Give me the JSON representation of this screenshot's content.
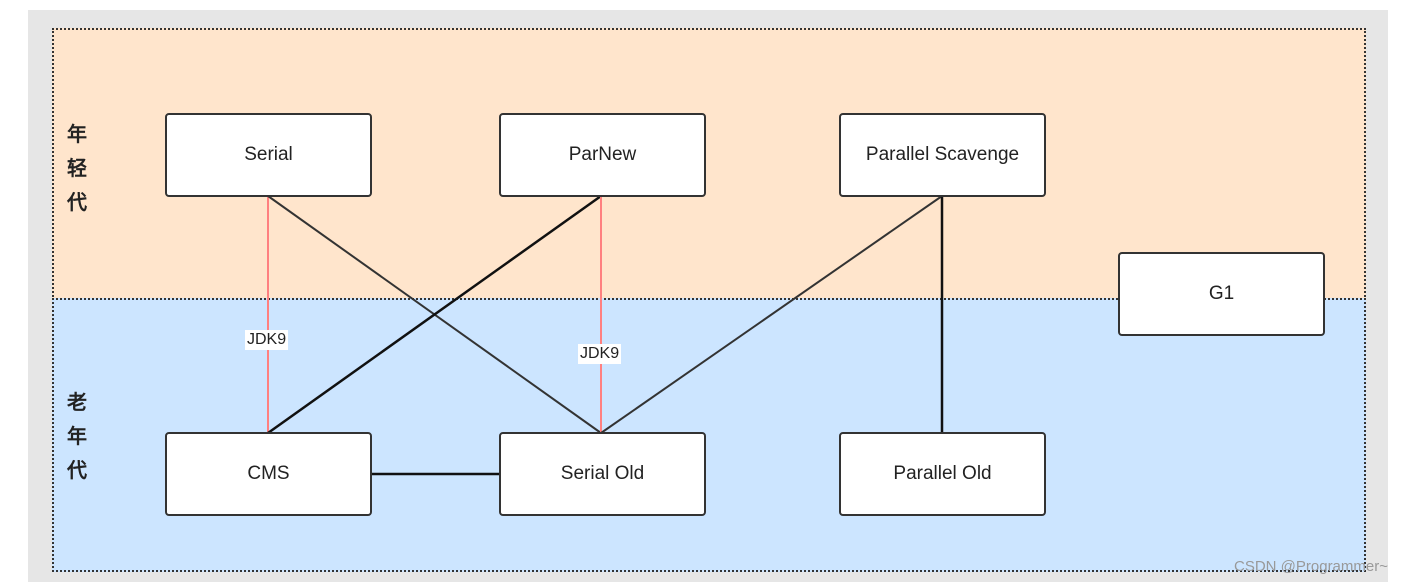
{
  "regions": {
    "young_label": "年\n轻\n代",
    "old_label": "老\n年\n代",
    "young_color": "#ffe5cc",
    "old_color": "#cce5ff"
  },
  "nodes": {
    "serial": "Serial",
    "parnew": "ParNew",
    "parallel_scavenge": "Parallel Scavenge",
    "g1": "G1",
    "cms": "CMS",
    "serial_old": "Serial Old",
    "parallel_old": "Parallel Old"
  },
  "edges": [
    {
      "from": "serial",
      "to": "cms",
      "label": "JDK9",
      "color": "#ff8080"
    },
    {
      "from": "serial",
      "to": "serial_old",
      "label": "",
      "color": "#333333"
    },
    {
      "from": "parnew",
      "to": "cms",
      "label": "",
      "color": "#111111"
    },
    {
      "from": "parnew",
      "to": "serial_old",
      "label": "JDK9",
      "color": "#ff8080"
    },
    {
      "from": "parallel_scavenge",
      "to": "serial_old",
      "label": "",
      "color": "#333333"
    },
    {
      "from": "parallel_scavenge",
      "to": "parallel_old",
      "label": "",
      "color": "#111111"
    },
    {
      "from": "cms",
      "to": "serial_old",
      "label": "",
      "color": "#111111"
    }
  ],
  "watermark": "CSDN @Programmer~"
}
